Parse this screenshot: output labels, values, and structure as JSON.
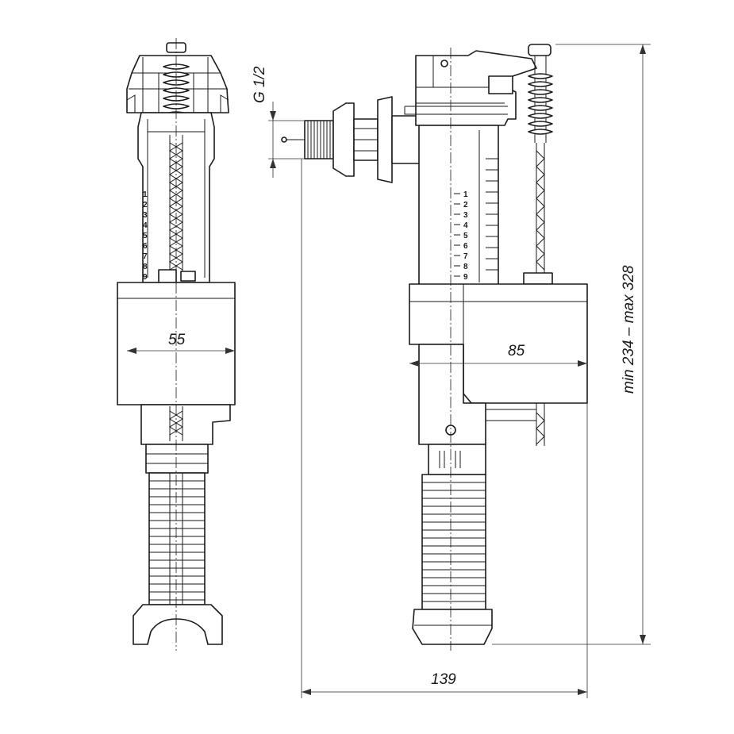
{
  "dimensions": {
    "front_width": "55",
    "side_width": "85",
    "thread": "G 1/2",
    "height_range": "min 234 – max 328",
    "total_width": "139"
  },
  "scale_marks": [
    "1",
    "2",
    "3",
    "4",
    "5",
    "6",
    "7",
    "8",
    "9"
  ],
  "colors": {
    "line": "#1a1a1a",
    "background": "#ffffff"
  }
}
